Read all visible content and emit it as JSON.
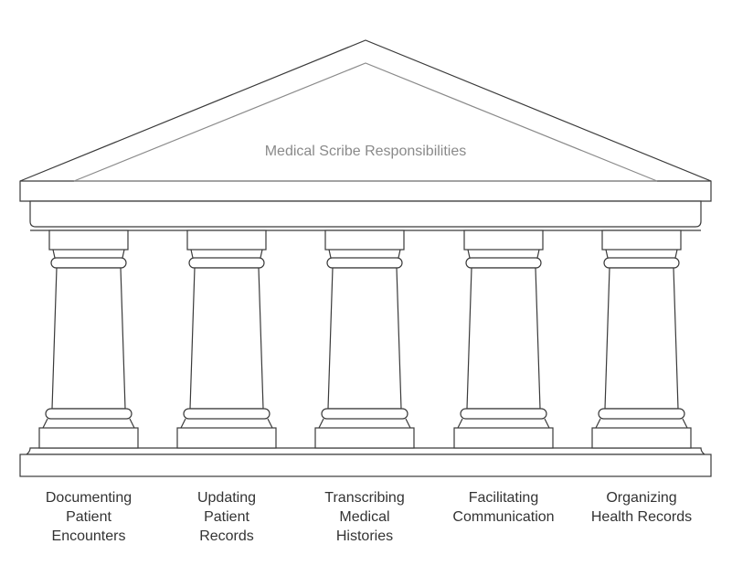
{
  "title": "Medical Scribe Responsibilities",
  "pillars": [
    {
      "lines": [
        "Documenting",
        "Patient",
        "Encounters"
      ]
    },
    {
      "lines": [
        "Updating",
        "Patient",
        "Records"
      ]
    },
    {
      "lines": [
        "Transcribing",
        "Medical",
        "Histories"
      ]
    },
    {
      "lines": [
        "Facilitating",
        "Communication"
      ]
    },
    {
      "lines": [
        "Organizing",
        "Health Records"
      ]
    }
  ],
  "colors": {
    "outline": "#3a3a3a",
    "title": "#8a8a8a",
    "label": "#333333"
  }
}
